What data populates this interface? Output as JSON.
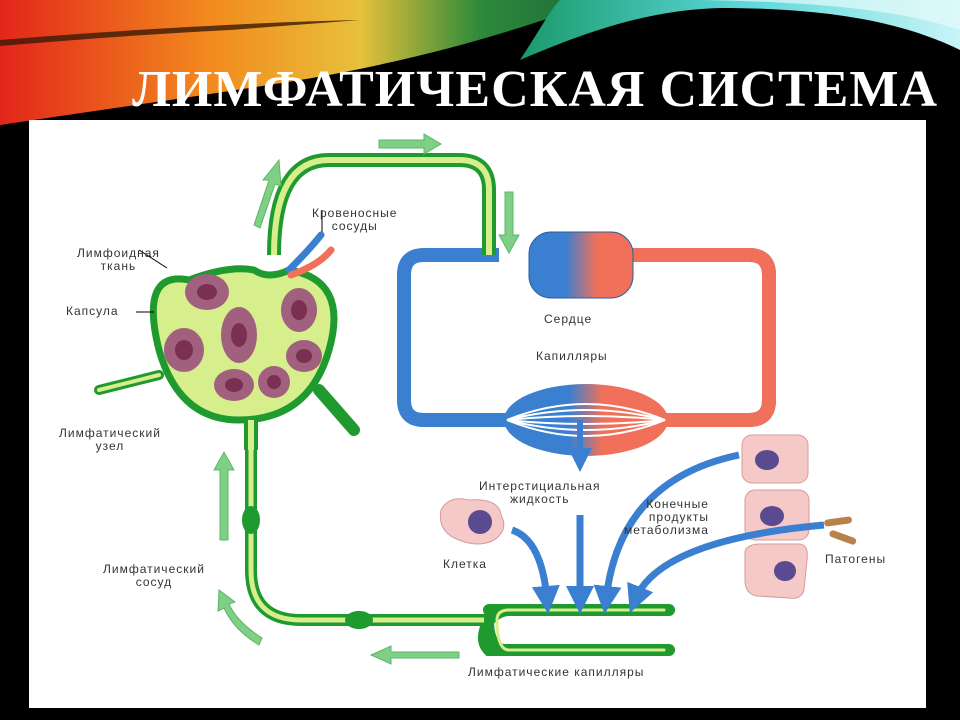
{
  "slide": {
    "title": "ЛИМФАТИЧЕСКАЯ СИСТЕМА"
  },
  "diagram": {
    "labels": {
      "lymphoid_tissue_line1": "Лимфоидная",
      "lymphoid_tissue_line2": "ткань",
      "capsule": "Капсула",
      "blood_vessels_line1": "Кровеносные",
      "blood_vessels_line2": "сосуды",
      "lymph_node_line1": "Лимфатический",
      "lymph_node_line2": "узел",
      "heart": "Сердце",
      "capillaries": "Капилляры",
      "interstitial_fluid_line1": "Интерстициальная",
      "interstitial_fluid_line2": "жидкость",
      "cell": "Клетка",
      "metabolic_products_line1": "Конечные",
      "metabolic_products_line2": "продукты",
      "metabolic_products_line3": "метаболизма",
      "pathogens": "Патогены",
      "lymph_vessel_line1": "Лимфатический",
      "lymph_vessel_line2": "сосуд",
      "lymph_capillaries": "Лимфатические капилляры"
    },
    "colors": {
      "lymph_dark": "#1f9a2e",
      "lymph_light": "#d6ee8c",
      "flow_arrow": "#7fcf86",
      "venous_blue": "#3a7fd0",
      "arterial_red": "#f0705a",
      "cell_pink": "#f6c9c9",
      "nucleus": "#5a4a90",
      "lymphoid_purple": "#a0607e",
      "pathogen": "#b8834a"
    }
  }
}
